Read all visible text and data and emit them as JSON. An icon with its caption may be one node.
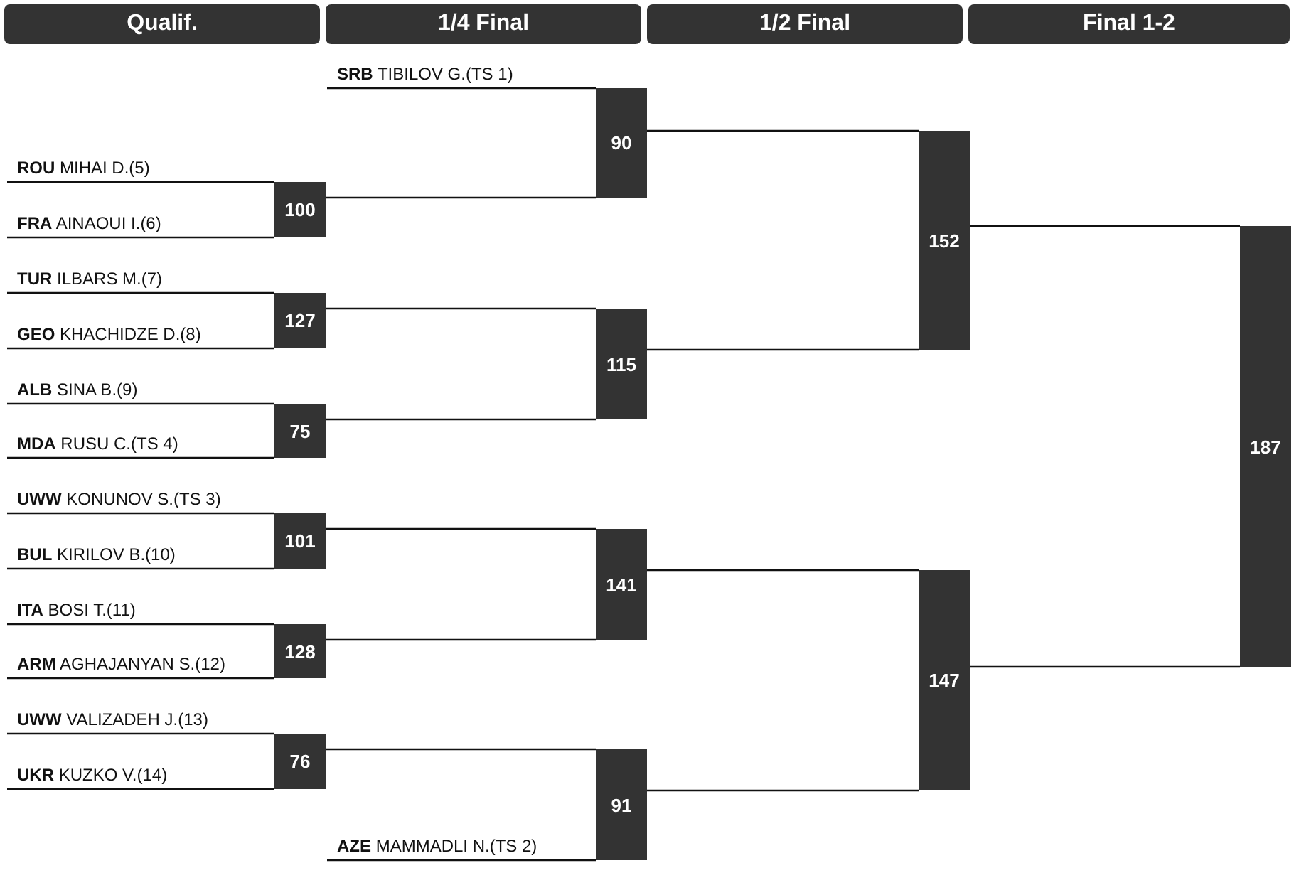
{
  "diagram": {
    "nodes": [
      {
        "text": [
          "**SRB** TIBILOV G.(TS 1)"
        ]
      },
      {
        "text": [
          "**ROU** MIHAI D.(5)"
        ]
      },
      {
        "text": [
          "**FRA** AINAOUI I.(6)"
        ]
      },
      {
        "text": [
          "**TUR** ILBARS M.(7)"
        ]
      },
      {
        "text": [
          "**GEO** KHACHIDZE D.(8)"
        ]
      },
      {
        "text": [
          "**ALB** SINA B.(9)"
        ]
      },
      {
        "text": [
          "**MDA** RUSU C.(TS 4)"
        ]
      },
      {
        "text": [
          "**UWW** KONUNOV S.(TS 3)"
        ]
      },
      {
        "text": [
          "**BUL** KIRILOV B.(10)"
        ]
      },
      {
        "text": [
          "**ITA** BOSI T.(11)"
        ]
      },
      {
        "text": [
          "**ARM** AGHAJANYAN S.(12)"
        ]
      },
      {
        "text": [
          "**UWW** VALIZADEH J.(13)"
        ]
      },
      {
        "text": [
          "**UKR** KUZKO V.(14)"
        ]
      },
      {
        "text": [
          "**AZE** MAMMADLI N.(TS 2)"
        ]
      },
      {
        "text": [
          "100"
        ]
      },
      {
        "text": [
          "127"
        ]
      },
      {
        "text": [
          "75"
        ]
      },
      {
        "text": [
          "101"
        ]
      },
      {
        "text": [
          "128"
        ]
      },
      {
        "text": [
          "76"
        ]
      },
      {
        "text": [
          "90"
        ]
      },
      {
        "text": [
          "115"
        ]
      },
      {
        "text": [
          "141"
        ]
      },
      {
        "text": [
          "91"
        ]
      },
      {
        "text": [
          "152"
        ]
      },
      {
        "text": [
          "147"
        ]
      },
      {
        "text": [
          "187"
        ]
      }
    ],
    "edges": [
      {
        "from": 0,
        "to": 20,
        "arrow": "none"
      },
      {
        "from": 1,
        "to": 14,
        "arrow": "none"
      },
      {
        "from": 2,
        "to": 14,
        "arrow": "none"
      },
      {
        "from": 3,
        "to": 15,
        "arrow": "none"
      },
      {
        "from": 4,
        "to": 15,
        "arrow": "none"
      },
      {
        "from": 5,
        "to": 16,
        "arrow": "none"
      },
      {
        "from": 6,
        "to": 16,
        "arrow": "none"
      },
      {
        "from": 7,
        "to": 17,
        "arrow": "none"
      },
      {
        "from": 8,
        "to": 17,
        "arrow": "none"
      },
      {
        "from": 9,
        "to": 18,
        "arrow": "none"
      },
      {
        "from": 10,
        "to": 18,
        "arrow": "none"
      },
      {
        "from": 11,
        "to": 19,
        "arrow": "none"
      },
      {
        "from": 12,
        "to": 19,
        "arrow": "none"
      },
      {
        "from": 13,
        "to": 23,
        "arrow": "none"
      },
      {
        "from": 14,
        "to": 20,
        "arrow": "none"
      },
      {
        "from": 15,
        "to": 21,
        "arrow": "none"
      },
      {
        "from": 16,
        "to": 21,
        "arrow": "none"
      },
      {
        "from": 17,
        "to": 22,
        "arrow": "none"
      },
      {
        "from": 18,
        "to": 22,
        "arrow": "none"
      },
      {
        "from": 19,
        "to": 23,
        "arrow": "none"
      },
      {
        "from": 20,
        "to": 24,
        "arrow": "none"
      },
      {
        "from": 21,
        "to": 24,
        "arrow": "none"
      },
      {
        "from": 22,
        "to": 25,
        "arrow": "none"
      },
      {
        "from": 23,
        "to": 25,
        "arrow": "none"
      },
      {
        "from": 24,
        "to": 26,
        "arrow": "none"
      },
      {
        "from": 25,
        "to": 26,
        "arrow": "none"
      }
    ],
    "labels": [
      "Qualif.",
      "1/4 Final",
      "1/2 Final",
      "Final 1-2"
    ]
  }
}
